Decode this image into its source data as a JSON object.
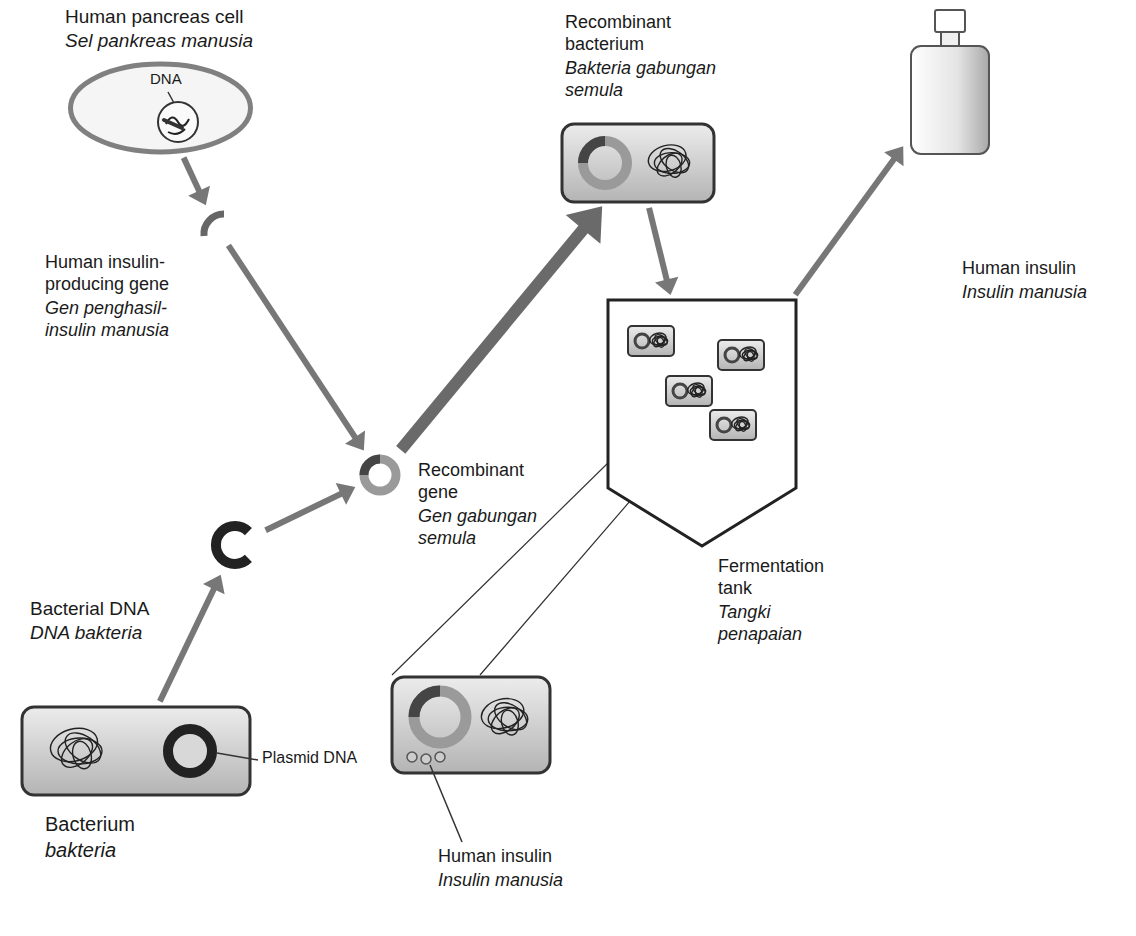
{
  "diagram": {
    "nodes": [
      {
        "text": [
          "Human pancreas cell",
          "Sel pankreas manusia",
          "DNA"
        ]
      },
      {
        "text": [
          "Human insulin-producing gene",
          "Gen penghasil-insulin manusia"
        ]
      },
      {
        "text": [
          "Recombinant gene",
          "Gen gabungan semula"
        ]
      },
      {
        "text": [
          "Bacterial DNA",
          "DNA bakteria"
        ]
      },
      {
        "text": [
          "Plasmid DNA",
          "Bacterium",
          "bakteria"
        ]
      },
      {
        "text": [
          "Recombinant bacterium",
          "Bakteria gabungan semula"
        ]
      },
      {
        "text": [
          "Fermentation tank",
          "Tangki penapaian"
        ]
      },
      {
        "text": [
          "Human insulin",
          "Insulin manusia"
        ]
      },
      {
        "text": [
          "Human insulin",
          "Insulin manusia"
        ]
      }
    ],
    "edges": [
      {
        "from": 0,
        "to": 1,
        "arrow": "to"
      },
      {
        "from": 1,
        "to": 2,
        "arrow": "to"
      },
      {
        "from": 4,
        "to": 3,
        "arrow": "to"
      },
      {
        "from": 3,
        "to": 2,
        "arrow": "to"
      },
      {
        "from": 2,
        "to": 5,
        "arrow": "to"
      },
      {
        "from": 5,
        "to": 6,
        "arrow": "to"
      },
      {
        "from": 6,
        "to": 8,
        "arrow": "to"
      },
      {
        "from": 6,
        "to": 7,
        "arrow": "none"
      }
    ]
  }
}
